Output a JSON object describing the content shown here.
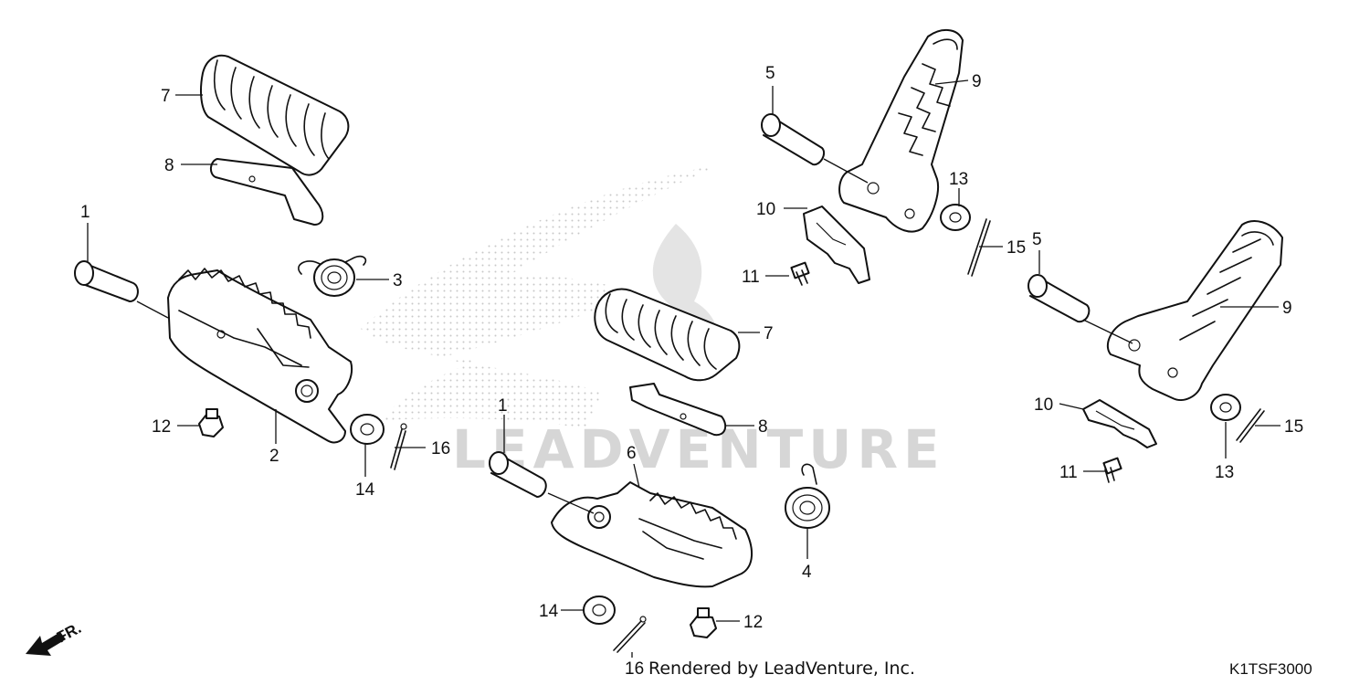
{
  "diagram": {
    "watermark": {
      "brand": "LEADVENTURE"
    },
    "footer": {
      "credit": "Rendered by LeadVenture, Inc.",
      "code": "K1TSF3000"
    },
    "direction": {
      "label": "FR."
    },
    "callouts": [
      "7",
      "8",
      "1",
      "3",
      "12",
      "2",
      "14",
      "16",
      "5",
      "9",
      "10",
      "11",
      "13",
      "15",
      "7",
      "8",
      "1",
      "6",
      "4",
      "14",
      "12",
      "16",
      "5",
      "9",
      "10",
      "15",
      "13",
      "11"
    ],
    "icons": [
      "honda-wing-watermark",
      "flame-watermark",
      "front-arrow-icon"
    ]
  }
}
